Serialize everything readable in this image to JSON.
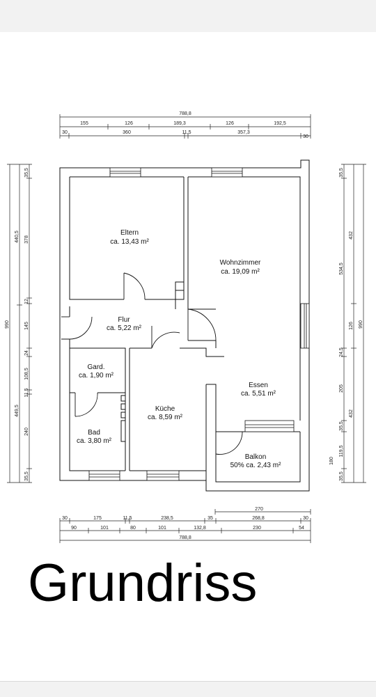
{
  "title": "Grundriss",
  "rooms": [
    {
      "name": "Eltern",
      "area": "ca. 13,43 m²"
    },
    {
      "name": "Wohnzimmer",
      "area": "ca. 19,09 m²"
    },
    {
      "name": "Flur",
      "area": "ca. 5,22 m²"
    },
    {
      "name": "Gard.",
      "area": "ca. 1,90 m²"
    },
    {
      "name": "Küche",
      "area": "ca. 8,59 m²"
    },
    {
      "name": "Essen",
      "area": "ca. 5,51 m²"
    },
    {
      "name": "Bad",
      "area": "ca. 3,80 m²"
    },
    {
      "name": "Balkon",
      "area": "50% ca. 2,43 m²"
    }
  ],
  "dims_top": {
    "total": "788,8",
    "row2": [
      "155",
      "126",
      "189,3",
      "126",
      "192,5"
    ],
    "row3": [
      "30",
      "360",
      "11,5",
      "357,3",
      "30"
    ]
  },
  "dims_bottom": {
    "row1": [
      "270"
    ],
    "row2": [
      "30",
      "175",
      "11,5",
      "238,5",
      "35",
      "268,8",
      "30"
    ],
    "row3": [
      "90",
      "101",
      "80",
      "101",
      "132,8",
      "230",
      "54"
    ],
    "total": "788,8"
  },
  "dims_left": {
    "outer": "990",
    "mid": [
      "440,5",
      "449,5"
    ],
    "inner": [
      "35,5",
      "378",
      "12",
      "145",
      "24",
      "108,5",
      "11,5",
      "240",
      "35,5"
    ]
  },
  "dims_right": {
    "outer": "990",
    "mid": [
      "432",
      "126",
      "432"
    ],
    "inner": [
      "35,5",
      "534,5",
      "24,5",
      "205",
      "35,5",
      "119,5",
      "180",
      "35,5"
    ]
  }
}
